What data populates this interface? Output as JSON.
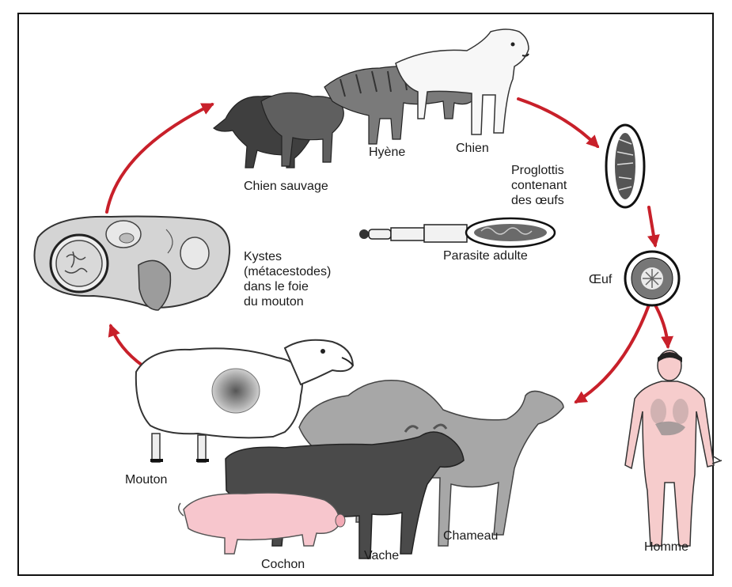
{
  "labels": {
    "chien_sauvage": "Chien sauvage",
    "hyene": "Hyène",
    "chien": "Chien",
    "proglottis": "Proglottis\ncontenant\ndes œufs",
    "parasite_adulte": "Parasite adulte",
    "kystes": "Kystes\n(métacestodes)\ndans le foie\ndu mouton",
    "oeuf": "Œuf",
    "mouton": "Mouton",
    "chameau": "Chameau",
    "vache": "Vache",
    "cochon": "Cochon",
    "homme": "Homme"
  },
  "colors": {
    "arrow": "#c8202a",
    "human_skin": "#f6cccc",
    "pig": "#f7c6cd",
    "camel": "#a7a7a7",
    "cow": "#4a4a4a",
    "liver": "#d2d2d2"
  }
}
